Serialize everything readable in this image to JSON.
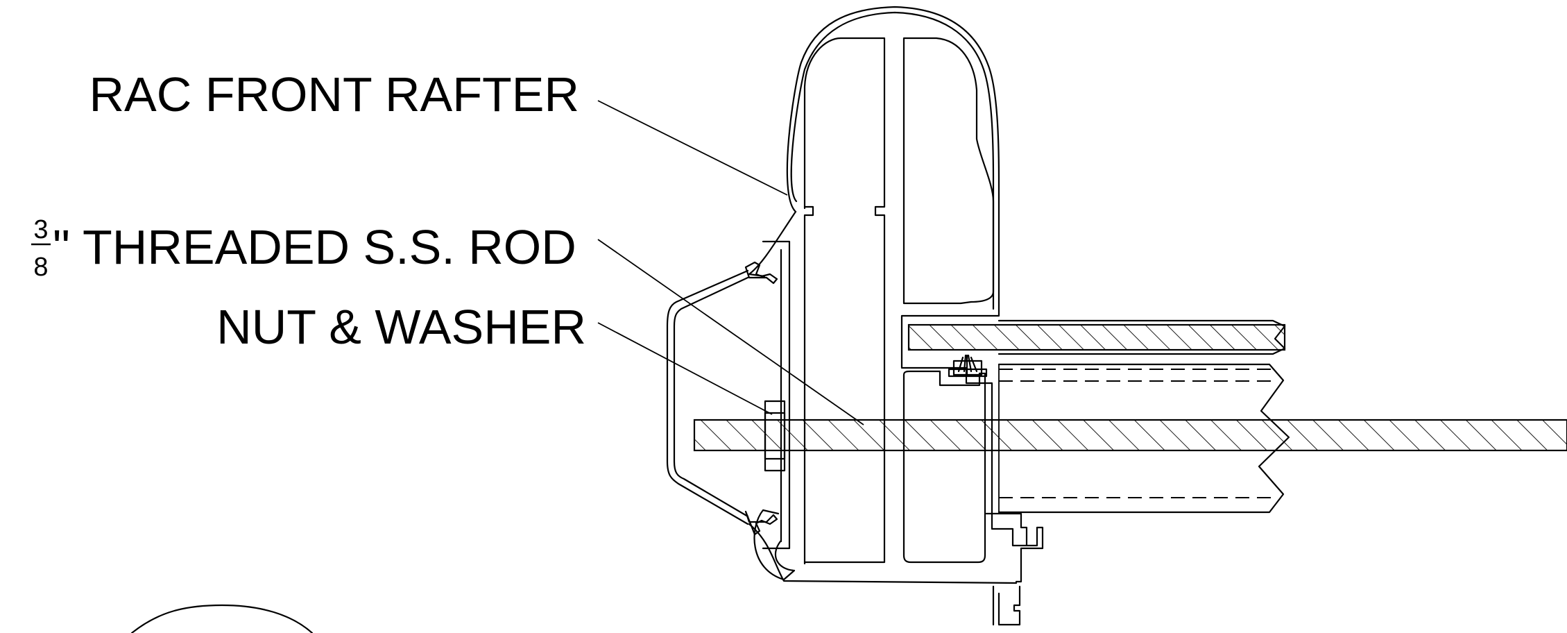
{
  "labels": {
    "front_rafter": "RAC FRONT RAFTER",
    "rod_fraction_numerator": "3",
    "rod_fraction_denominator": "8",
    "rod": "\" THREADED S.S. ROD",
    "nut_washer": "NUT & WASHER"
  },
  "colors": {
    "line": "#000000",
    "background": "#ffffff"
  }
}
